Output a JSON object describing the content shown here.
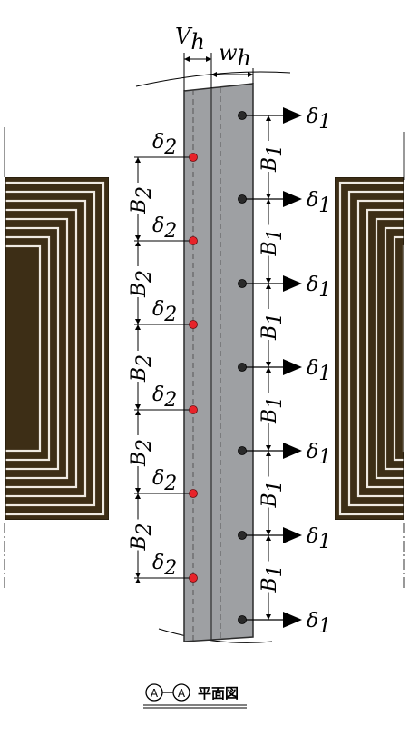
{
  "labels": {
    "V": "V",
    "V_sub": "h",
    "W": "w",
    "W_sub": "h",
    "B2": "B",
    "B2_sub": "2",
    "B1": "B",
    "B1_sub": "1",
    "delta": "δ",
    "delta1_sub": "1",
    "delta2_sub": "2"
  },
  "caption": {
    "marker_left": "A",
    "marker_right": "A",
    "text": "平面図"
  },
  "colors": {
    "plate_fill": "#9ea0a3",
    "plate_stroke": "#2c2c2c",
    "wood_dark": "#3d2e16",
    "wood_light": "#efeae2",
    "red_dot": "#e8232a",
    "black_dot": "#2a2a2a"
  }
}
